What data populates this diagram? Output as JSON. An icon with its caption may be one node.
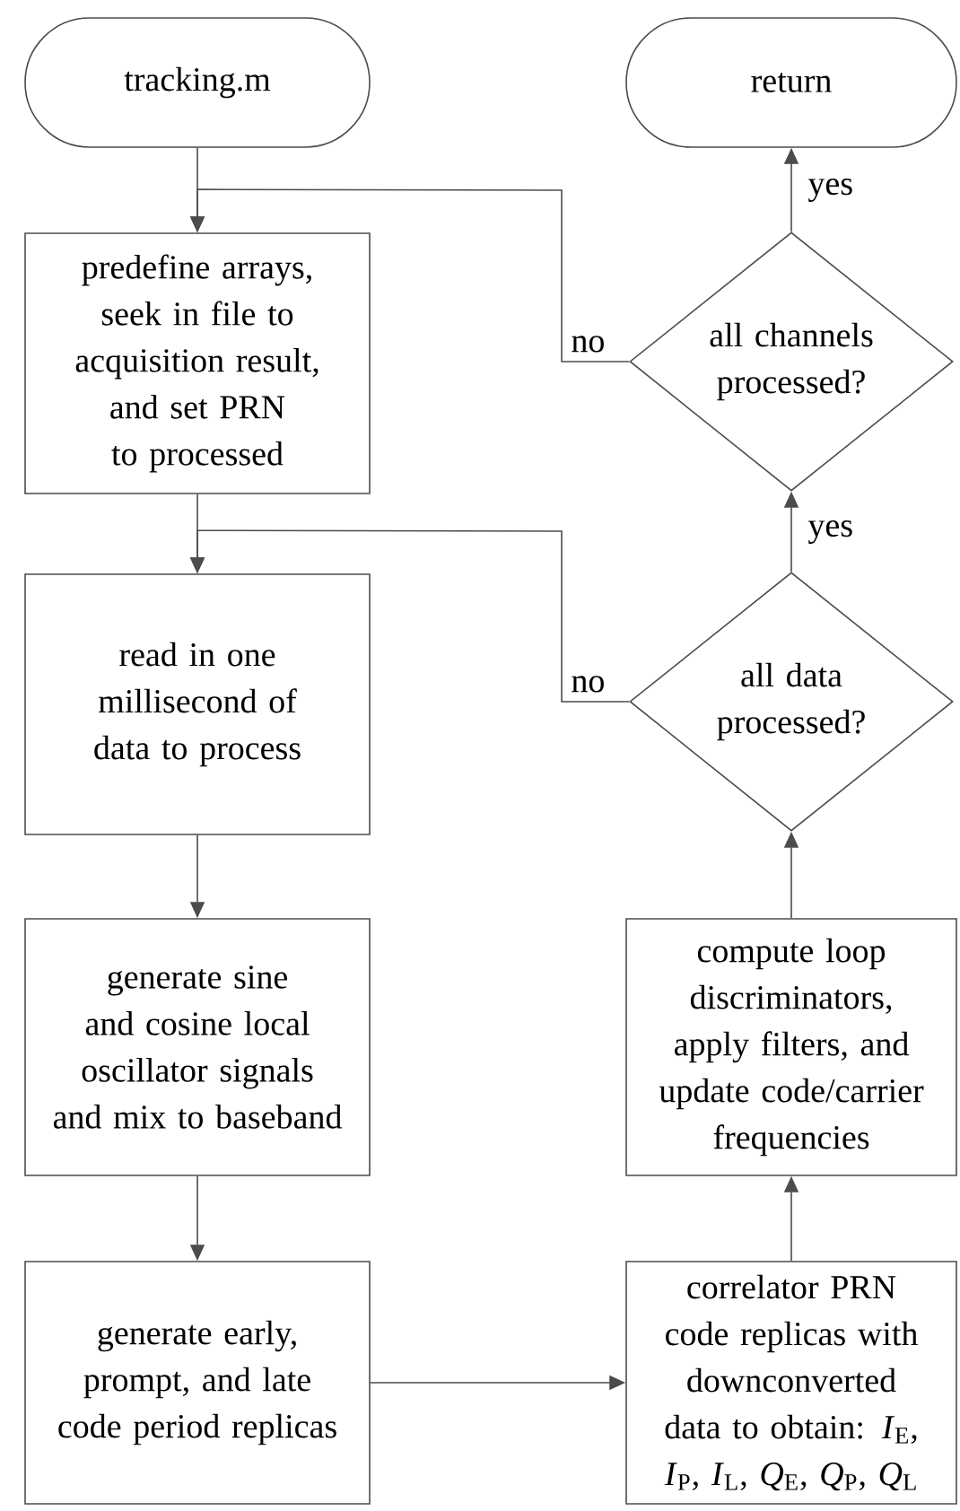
{
  "diagram": {
    "nodes": [
      {
        "text": [
          "tracking.m"
        ]
      },
      {
        "text": [
          "predefine arrays, seek in file to acquisition result, and set PRN to processed"
        ]
      },
      {
        "text": [
          "read in one millisecond of data to process"
        ]
      },
      {
        "text": [
          "generate sine and cosine local oscillator signals and mix to baseband"
        ]
      },
      {
        "text": [
          "generate early, prompt, and late code period replicas"
        ]
      },
      {
        "text": [
          "correlator PRN code replicas with downconverted data to obtain: *I*$_{E}$, *I*$_{P}$, *I*$_{L}$, *Q*$_{E}$, *Q*$_{P}$, *Q*$_{L}$"
        ]
      },
      {
        "text": [
          "compute loop discriminators, apply filters, and update code/carrier frequencies"
        ]
      },
      {
        "text": [
          "all data processed?"
        ]
      },
      {
        "text": [
          "all channels processed?"
        ]
      },
      {
        "text": [
          "return"
        ]
      }
    ],
    "edges": [
      {
        "from": 0,
        "to": 1,
        "arrow": "to"
      },
      {
        "from": 1,
        "to": 2,
        "arrow": "to"
      },
      {
        "from": 2,
        "to": 3,
        "arrow": "to"
      },
      {
        "from": 3,
        "to": 4,
        "arrow": "to"
      },
      {
        "from": 4,
        "to": 5,
        "arrow": "to"
      },
      {
        "from": 5,
        "to": 6,
        "arrow": "to"
      },
      {
        "from": 6,
        "to": 7,
        "arrow": "to"
      },
      {
        "from": 7,
        "to": 8,
        "arrow": "to",
        "label": "yes"
      },
      {
        "from": 8,
        "to": 9,
        "arrow": "to",
        "label": "yes"
      },
      {
        "from": 7,
        "to": 2,
        "arrow": "to",
        "label": "no"
      },
      {
        "from": 8,
        "to": 1,
        "arrow": "to",
        "label": "no"
      }
    ]
  }
}
